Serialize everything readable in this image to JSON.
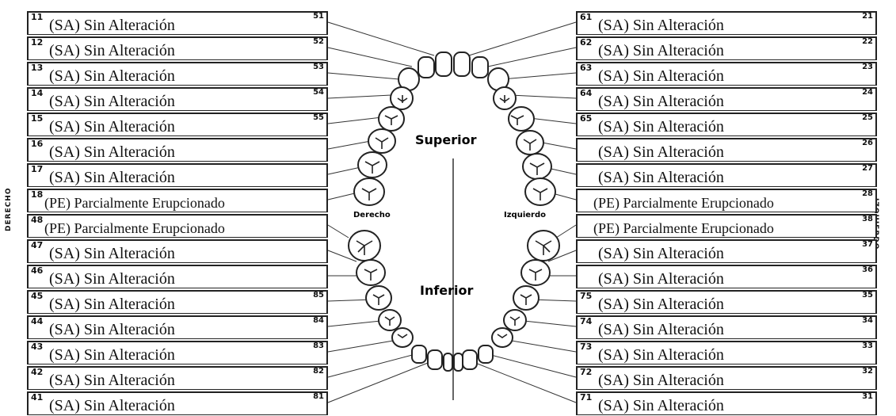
{
  "side_labels": {
    "right_side": "DERECHO",
    "left_side": "IZQUIERDO"
  },
  "arches": {
    "upper": "Superior",
    "lower": "Inferior"
  },
  "diagram_sides": {
    "right": "Derecho",
    "left": "Izquierdo"
  },
  "left_column": [
    {
      "outer": "11",
      "inner": "51",
      "status": "(SA) Sin Alteración"
    },
    {
      "outer": "12",
      "inner": "52",
      "status": "(SA) Sin Alteración"
    },
    {
      "outer": "13",
      "inner": "53",
      "status": "(SA) Sin Alteración"
    },
    {
      "outer": "14",
      "inner": "54",
      "status": "(SA) Sin Alteración"
    },
    {
      "outer": "15",
      "inner": "55",
      "status": "(SA) Sin Alteración"
    },
    {
      "outer": "16",
      "inner": "",
      "status": "(SA) Sin Alteración"
    },
    {
      "outer": "17",
      "inner": "",
      "status": "(SA) Sin Alteración"
    },
    {
      "outer": "18",
      "inner": "",
      "status": "(PE) Parcialmente Erupcionado"
    },
    {
      "outer": "48",
      "inner": "",
      "status": "(PE) Parcialmente Erupcionado"
    },
    {
      "outer": "47",
      "inner": "",
      "status": "(SA) Sin Alteración"
    },
    {
      "outer": "46",
      "inner": "",
      "status": "(SA) Sin Alteración"
    },
    {
      "outer": "45",
      "inner": "85",
      "status": "(SA) Sin Alteración"
    },
    {
      "outer": "44",
      "inner": "84",
      "status": "(SA) Sin Alteración"
    },
    {
      "outer": "43",
      "inner": "83",
      "status": "(SA) Sin Alteración"
    },
    {
      "outer": "42",
      "inner": "82",
      "status": "(SA) Sin Alteración"
    },
    {
      "outer": "41",
      "inner": "81",
      "status": "(SA) Sin Alteración"
    }
  ],
  "right_column": [
    {
      "inner": "61",
      "outer": "21",
      "status": "(SA) Sin Alteración"
    },
    {
      "inner": "62",
      "outer": "22",
      "status": "(SA) Sin Alteración"
    },
    {
      "inner": "63",
      "outer": "23",
      "status": "(SA) Sin Alteración"
    },
    {
      "inner": "64",
      "outer": "24",
      "status": "(SA) Sin Alteración"
    },
    {
      "inner": "65",
      "outer": "25",
      "status": "(SA) Sin Alteración"
    },
    {
      "inner": "",
      "outer": "26",
      "status": "(SA) Sin Alteración"
    },
    {
      "inner": "",
      "outer": "27",
      "status": "(SA) Sin Alteración"
    },
    {
      "inner": "",
      "outer": "28",
      "status": "(PE) Parcialmente Erupcionado"
    },
    {
      "inner": "",
      "outer": "38",
      "status": "(PE) Parcialmente Erupcionado"
    },
    {
      "inner": "",
      "outer": "37",
      "status": "(SA) Sin Alteración"
    },
    {
      "inner": "",
      "outer": "36",
      "status": "(SA) Sin Alteración"
    },
    {
      "inner": "75",
      "outer": "35",
      "status": "(SA) Sin Alteración"
    },
    {
      "inner": "74",
      "outer": "34",
      "status": "(SA) Sin Alteración"
    },
    {
      "inner": "73",
      "outer": "33",
      "status": "(SA) Sin Alteración"
    },
    {
      "inner": "72",
      "outer": "32",
      "status": "(SA) Sin Alteración"
    },
    {
      "inner": "71",
      "outer": "31",
      "status": "(SA) Sin Alteración"
    }
  ]
}
